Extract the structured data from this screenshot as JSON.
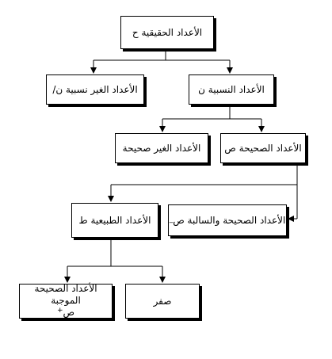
{
  "nodes": {
    "real": {
      "label": "الأعداد الحقيقية",
      "symbol": "ح"
    },
    "rational": {
      "label": "الأعداد النسبية",
      "symbol": "ن"
    },
    "irrational": {
      "label": "الأعداد الغير نسبية",
      "symbol": "ن/"
    },
    "integers": {
      "label": "الأعداد الصحيحة",
      "symbol": "ص"
    },
    "non_integers": {
      "label": "الأعداد الغير صحيحة"
    },
    "negative_integers": {
      "label": "الأعداد الصحيحة والسالبة",
      "symbol": "ص",
      "subscript": "_"
    },
    "naturals": {
      "label": "الأعداد الطبيعية",
      "symbol": "ط"
    },
    "positive_integers": {
      "label": "الأعداد الصحيحة الموجبة",
      "symbol": "ص",
      "superscript": "+"
    },
    "zero": {
      "label": "صفر"
    }
  }
}
